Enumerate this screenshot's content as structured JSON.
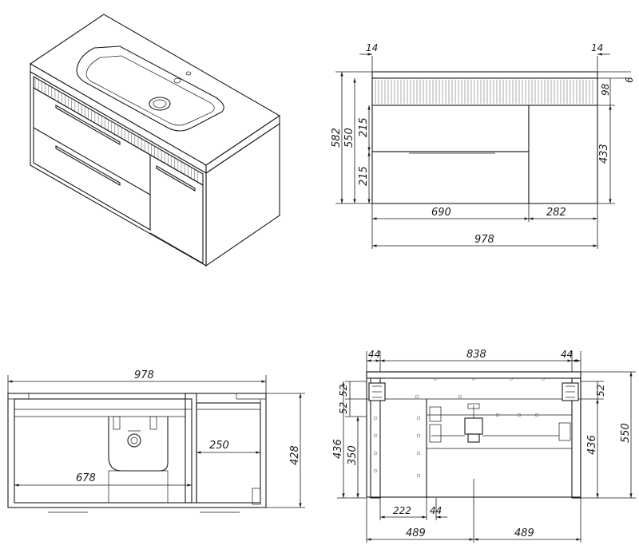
{
  "front_view": {
    "dims": {
      "overhang_left": "14",
      "overhang_right": "14",
      "top_thickness": "6",
      "top_panel": "98",
      "total_height": "582",
      "body_height": "550",
      "drawer_upper": "215",
      "drawer_lower": "215",
      "side_door": "433",
      "drawers_width": "690",
      "door_width": "282",
      "total_width": "978"
    }
  },
  "top_view": {
    "dims": {
      "total_width": "978",
      "depth": "428",
      "side_compartment": "250",
      "drawer_section": "678"
    }
  },
  "back_view": {
    "dims": {
      "left_margin": "44",
      "span": "838",
      "right_margin": "44",
      "bracket_left": "52",
      "bracket_right": "52",
      "height_left_436": "436",
      "height_350": "350",
      "height_right_436": "436",
      "height_550": "550",
      "offset_222": "222",
      "offset_44": "44",
      "half_left": "489",
      "half_right": "489"
    }
  }
}
